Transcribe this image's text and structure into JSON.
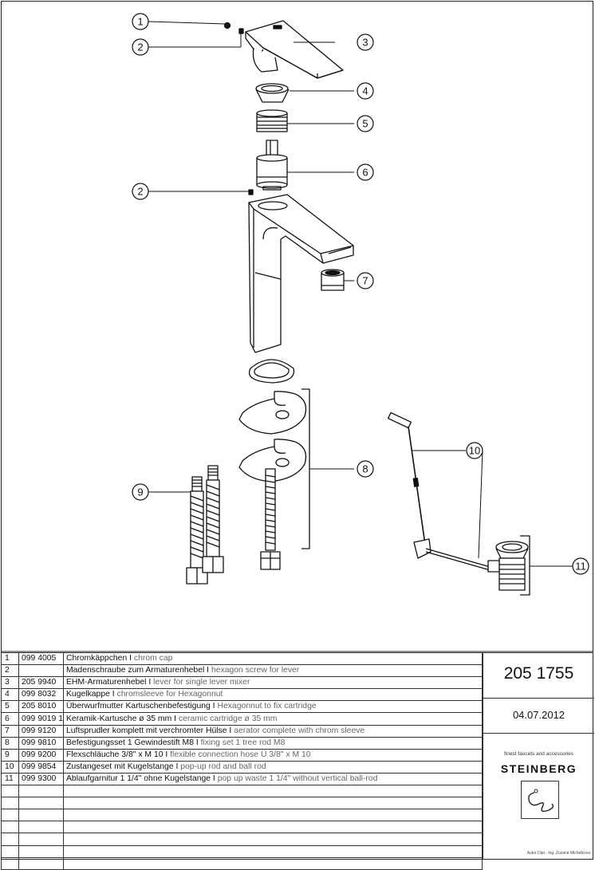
{
  "drawing": {
    "callouts": [
      "1",
      "2",
      "3",
      "4",
      "5",
      "6",
      "2",
      "7",
      "8",
      "9",
      "10",
      "11"
    ]
  },
  "parts_table": {
    "rows": [
      {
        "pos": "1",
        "article": "099 4005",
        "de": "Chromkäppchen I",
        "en": "chrom cap"
      },
      {
        "pos": "2",
        "article": "",
        "de": "Madenschraube zum Armaturenhebel I",
        "en": "hexagon screw for lever"
      },
      {
        "pos": "3",
        "article": "205 9940",
        "de": "EHM-Armaturenhebel I",
        "en": "lever for single lever mixer"
      },
      {
        "pos": "4",
        "article": "099 8032",
        "de": "Kugelkappe I",
        "en": "chromsleeve for Hexagonnut"
      },
      {
        "pos": "5",
        "article": "205 8010",
        "de": "Überwurfmutter Kartuschenbefestigung I",
        "en": "Hexagonnut to fix cartridge"
      },
      {
        "pos": "6",
        "article": "099 9019 1",
        "de": "Keramik-Kartusche ø 35 mm I",
        "en": "ceramic cartridge ø 35 mm"
      },
      {
        "pos": "7",
        "article": "099 9120",
        "de": "Luftsprudler komplett mit verchromter Hülse  I",
        "en": "aerator complete with chrom sleeve"
      },
      {
        "pos": "8",
        "article": "099 9810",
        "de": "Befestigungsset 1 Gewindestift M8 I",
        "en": "fixing set 1 tree rod M8"
      },
      {
        "pos": "9",
        "article": "099 9200",
        "de": "Flexschläuche  3/8\" x M 10 I",
        "en": "flexible connection hose Ü 3/8\" x M 10"
      },
      {
        "pos": "10",
        "article": "099 9854",
        "de": "Zustangeset mit Kugelstange I",
        "en": "pop-up rod and ball rod"
      },
      {
        "pos": "11",
        "article": "099 9300",
        "de": "Ablaufgarnitur 1 1/4\" ohne Kugelstange I",
        "en": "pop up waste 1 1/4\" without vertical ball-rod"
      },
      {
        "pos": "",
        "article": "",
        "de": "",
        "en": ""
      },
      {
        "pos": "",
        "article": "",
        "de": "",
        "en": ""
      },
      {
        "pos": "",
        "article": "",
        "de": "",
        "en": ""
      },
      {
        "pos": "",
        "article": "",
        "de": "",
        "en": ""
      },
      {
        "pos": "",
        "article": "",
        "de": "",
        "en": ""
      },
      {
        "pos": "",
        "article": "",
        "de": "",
        "en": ""
      },
      {
        "pos": "",
        "article": "",
        "de": "",
        "en": ""
      }
    ]
  },
  "title_block": {
    "article_number": "205 1755",
    "date": "04.07.2012",
    "slogan": "finest faucets and accessories",
    "brand": "STEINBERG",
    "author": "Autor Dipl.- Ing. Zuzane Michelkova"
  },
  "colors": {
    "line": "#111111",
    "english_text": "#666666"
  }
}
